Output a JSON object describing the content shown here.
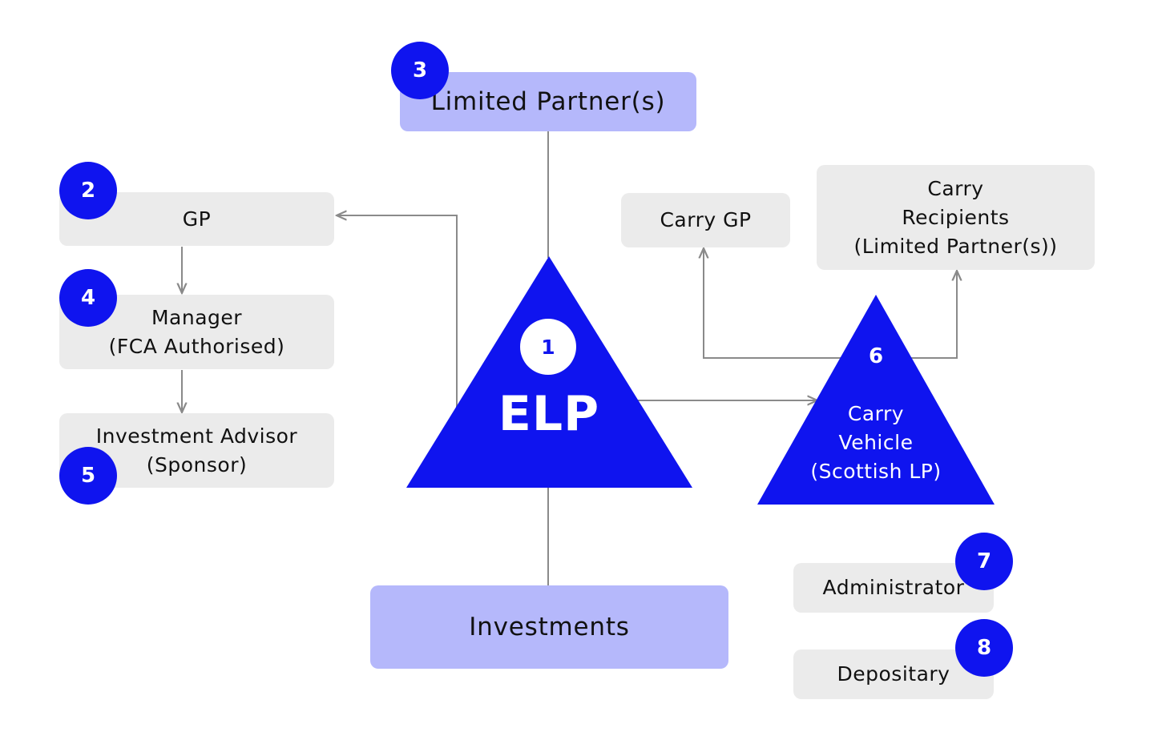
{
  "nodes": {
    "limited_partners": "Limited Partner(s)",
    "gp": "GP",
    "manager": [
      "Manager",
      "(FCA Authorised)"
    ],
    "investment_advisor": [
      "Investment Advisor",
      "(Sponsor)"
    ],
    "elp": "ELP",
    "carry_gp": "Carry GP",
    "carry_recipients": [
      "Carry",
      "Recipients",
      "(Limited Partner(s))"
    ],
    "carry_vehicle": [
      "Carry",
      "Vehicle",
      "(Scottish LP)"
    ],
    "investments": "Investments",
    "administrator": "Administrator",
    "depositary": "Depositary"
  },
  "badges": {
    "elp": "1",
    "gp": "2",
    "limited_partners": "3",
    "manager": "4",
    "investment_advisor": "5",
    "carry_vehicle": "6",
    "administrator": "7",
    "depositary": "8"
  },
  "colors": {
    "brand_blue": "#0f14ef",
    "box_purple": "#b5b8fb",
    "box_grey": "#ebebeb",
    "connector": "#8a8a8a"
  }
}
